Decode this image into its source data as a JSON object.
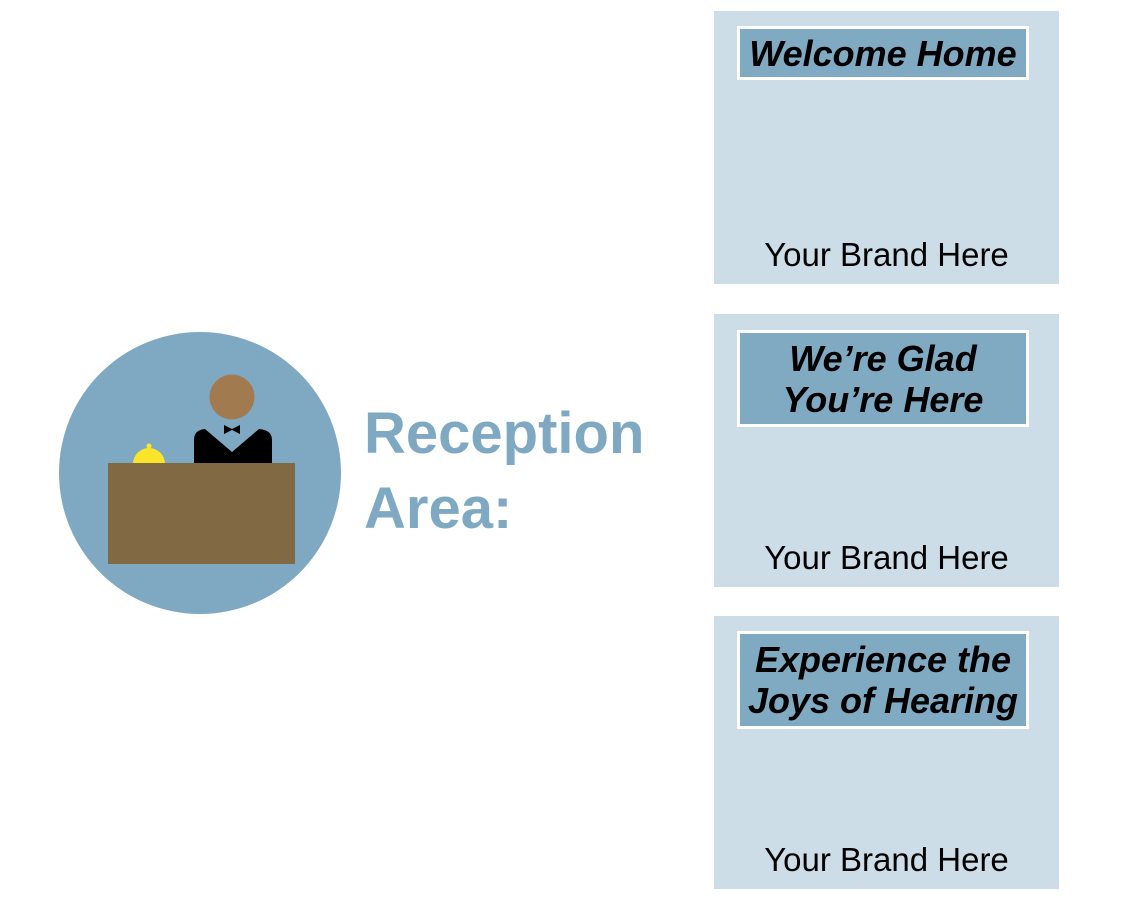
{
  "section_title": {
    "line1": "Reception",
    "line2": "Area:"
  },
  "icon": {
    "name": "reception-desk-icon",
    "colors": {
      "circle": "#7fa9c2",
      "desk": "#816a43",
      "head": "#a27a50",
      "bell": "#fbe528",
      "suit": "#000000"
    }
  },
  "panels": [
    {
      "header": "Welcome Home",
      "brand": "Your Brand Here"
    },
    {
      "header": "We’re Glad You’re Here",
      "brand": "Your Brand Here"
    },
    {
      "header": "Experience the Joys of Hearing",
      "brand": "Your Brand Here"
    }
  ]
}
